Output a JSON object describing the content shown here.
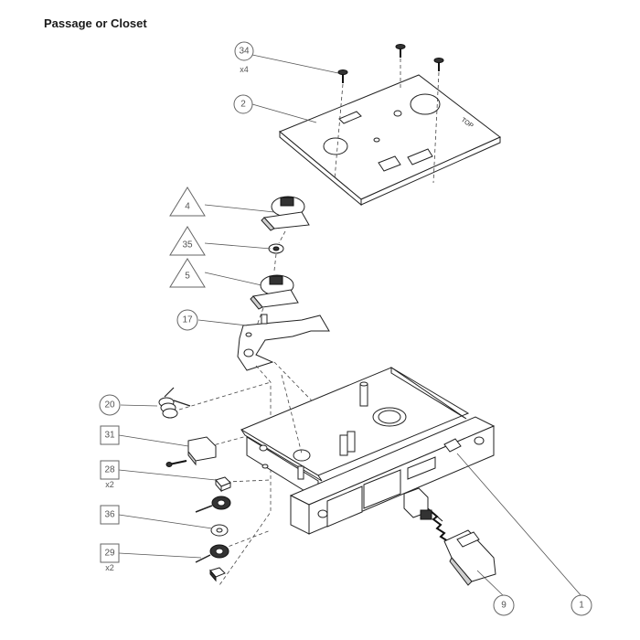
{
  "title": "Passage or Closet",
  "callouts": [
    {
      "id": "c34",
      "label": "34",
      "qty": "x4",
      "shape": "circle"
    },
    {
      "id": "c2",
      "label": "2",
      "shape": "circle"
    },
    {
      "id": "c4",
      "label": "4",
      "shape": "triangle"
    },
    {
      "id": "c35",
      "label": "35",
      "shape": "triangle"
    },
    {
      "id": "c5",
      "label": "5",
      "shape": "triangle"
    },
    {
      "id": "c17",
      "label": "17",
      "shape": "circle"
    },
    {
      "id": "c20",
      "label": "20",
      "shape": "circle"
    },
    {
      "id": "c31",
      "label": "31",
      "shape": "square"
    },
    {
      "id": "c28",
      "label": "28",
      "qty": "x2",
      "shape": "square"
    },
    {
      "id": "c36",
      "label": "36",
      "shape": "square"
    },
    {
      "id": "c29",
      "label": "29",
      "qty": "x2",
      "shape": "square"
    },
    {
      "id": "c9",
      "label": "9",
      "shape": "circle"
    },
    {
      "id": "c1",
      "label": "1",
      "shape": "circle"
    }
  ],
  "plate_marking": "TOP"
}
